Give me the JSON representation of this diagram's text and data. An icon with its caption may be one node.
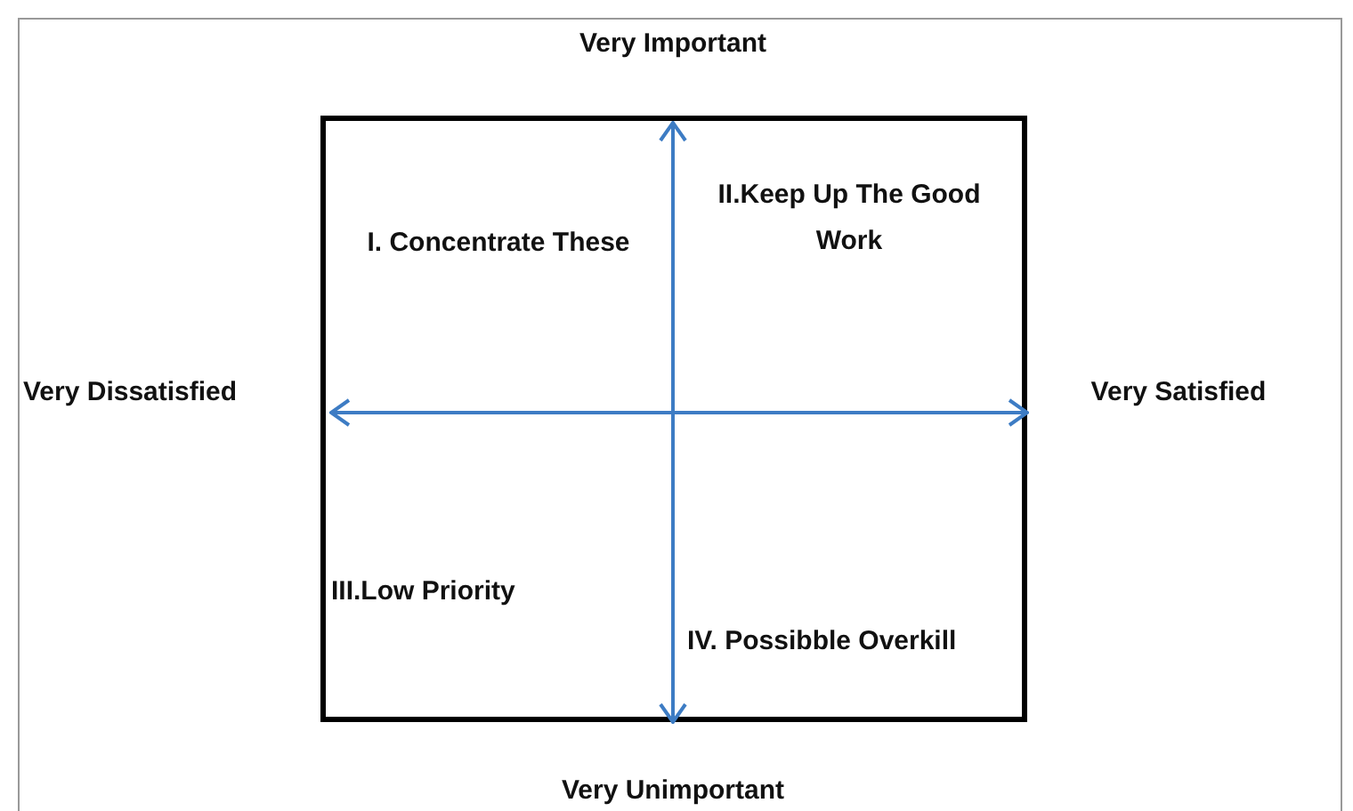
{
  "diagram": {
    "labels": [
      "Very Important",
      "II.Keep Up The Good Work",
      "I. Concentrate These",
      "Very Dissatisfied",
      "Very Satisfied",
      "III.Low Priority",
      "IV. Possibble Overkill",
      "Very Unimportant"
    ]
  }
}
